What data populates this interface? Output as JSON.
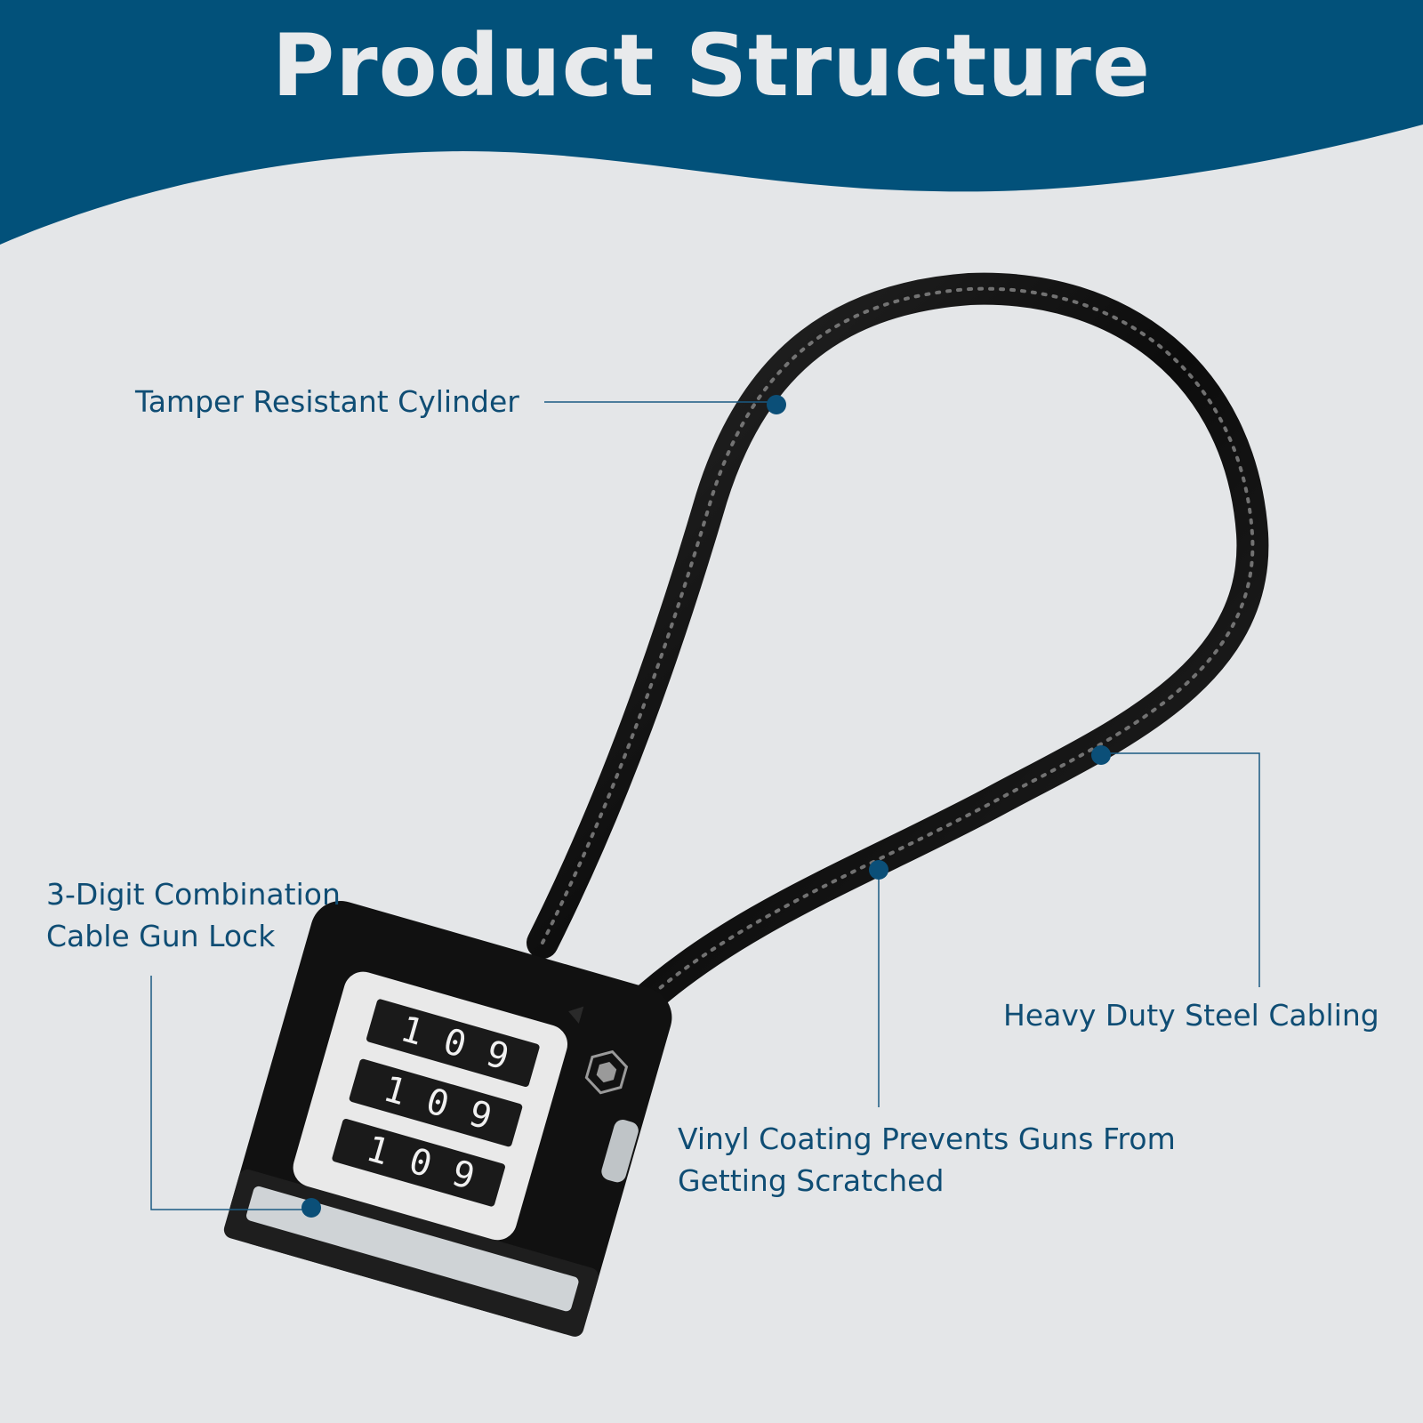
{
  "title": "Product Structure",
  "colors": {
    "banner": "#02517a",
    "background": "#e4e6e8",
    "title_text": "#e8eaec",
    "callout_text": "#0f4d74",
    "leader_line": "#1b5a82",
    "cable": "#141414"
  },
  "callouts": {
    "cylinder": {
      "line1": "Tamper Resistant Cylinder"
    },
    "combination": {
      "line1": "3-Digit Combination",
      "line2": "Cable Gun Lock"
    },
    "steel": {
      "line1": "Heavy Duty Steel Cabling"
    },
    "vinyl": {
      "line1": "Vinyl Coating Prevents Guns From",
      "line2": "Getting Scratched"
    }
  },
  "lock": {
    "brand_icon": "hexagon-brand-logo",
    "dial_rows": [
      [
        "1",
        "0",
        "9"
      ],
      [
        "1",
        "0",
        "9"
      ],
      [
        "1",
        "0",
        "9"
      ]
    ]
  }
}
